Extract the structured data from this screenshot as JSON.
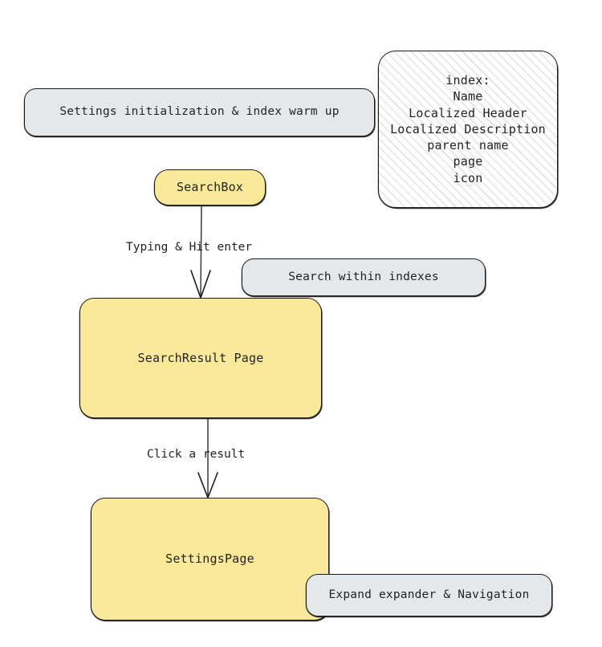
{
  "diagram": {
    "type": "flowchart",
    "title": "Settings search flow",
    "palette": {
      "node_fill": "#fbe99a",
      "note_fill": "#e4e8eb",
      "hatch_fill": "#ffffff",
      "stroke": "#1b1b1b",
      "text": "#232323",
      "background": "#ffffff"
    },
    "nodes": [
      {
        "id": "settings-init",
        "label": "Settings initialization & index warm up",
        "shape": "rounded-rect",
        "style": "note"
      },
      {
        "id": "index",
        "label": "index:\nName\nLocalized Header\nLocalized Description\nparent name\npage\nicon",
        "shape": "rounded-rect",
        "style": "hatched"
      },
      {
        "id": "searchbox",
        "label": "SearchBox",
        "shape": "rounded-rect",
        "style": "process"
      },
      {
        "id": "search-within",
        "label": "Search within indexes",
        "shape": "rounded-rect",
        "style": "note"
      },
      {
        "id": "searchresult",
        "label": "SearchResult Page",
        "shape": "rounded-rect",
        "style": "process"
      },
      {
        "id": "settingspage",
        "label": "SettingsPage",
        "shape": "rounded-rect",
        "style": "process"
      },
      {
        "id": "expand-nav",
        "label": "Expand expander & Navigation",
        "shape": "rounded-rect",
        "style": "note"
      }
    ],
    "edges": [
      {
        "id": "edge-searchbox-to-searchresult",
        "from": "searchbox",
        "to": "searchresult",
        "label": "Typing & Hit enter",
        "arrow": "open-v"
      },
      {
        "id": "edge-searchresult-to-settingspage",
        "from": "searchresult",
        "to": "settingspage",
        "label": "Click a result",
        "arrow": "open-v"
      }
    ]
  }
}
